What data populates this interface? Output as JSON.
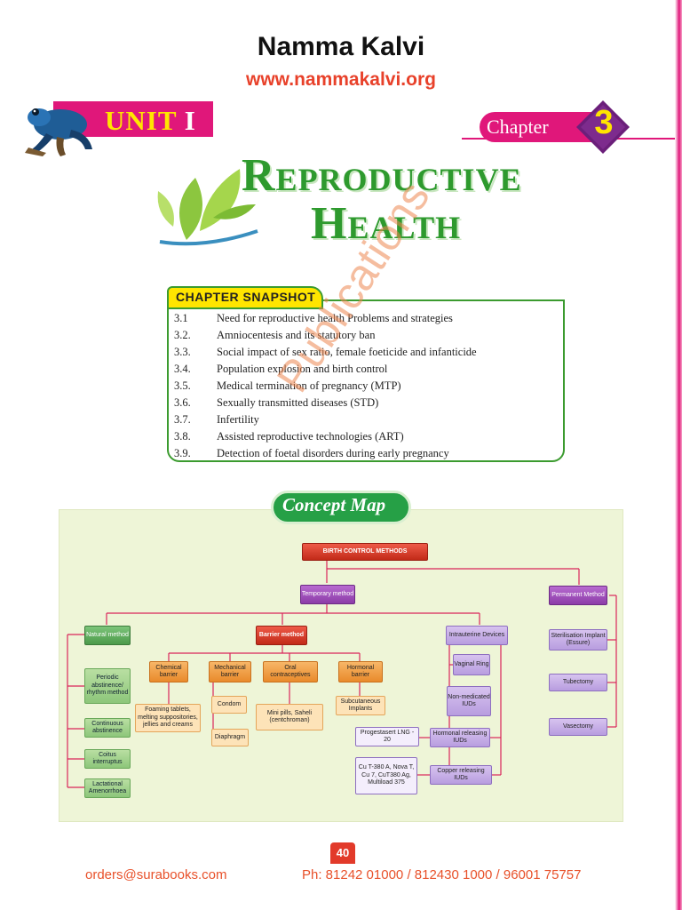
{
  "header": {
    "site_title": "Namma Kalvi",
    "site_url": "www.nammakalvi.org"
  },
  "unit": {
    "label": "UNIT",
    "numeral": "I"
  },
  "chapter": {
    "label": "Chapter",
    "number": "3"
  },
  "title": {
    "line1": "Reproductive",
    "line2": "Health"
  },
  "snapshot": {
    "heading": "CHAPTER SNAPSHOT",
    "items": [
      {
        "num": "3.1",
        "text": "Need for reproductive health Problems and strategies"
      },
      {
        "num": "3.2.",
        "text": "Amniocentesis and its statutory ban"
      },
      {
        "num": "3.3.",
        "text": "Social impact of sex ratio, female foeticide and infanticide"
      },
      {
        "num": "3.4.",
        "text": "Population explosion and birth control"
      },
      {
        "num": "3.5.",
        "text": "Medical termination of pregnancy (MTP)"
      },
      {
        "num": "3.6.",
        "text": "Sexually transmitted diseases (STD)"
      },
      {
        "num": "3.7.",
        "text": "Infertility"
      },
      {
        "num": "3.8.",
        "text": "Assisted reproductive technologies (ART)"
      },
      {
        "num": "3.9.",
        "text": "Detection of foetal disorders during early pregnancy"
      }
    ]
  },
  "watermark": "Publications",
  "concept_map": {
    "badge": "Concept Map",
    "root": "BIRTH CONTROL METHODS",
    "temporary": "Temporary method",
    "permanent": "Permanent Method",
    "natural": "Natural method",
    "barrier": "Barrier method",
    "intrauterine": "Intrauterine Devices",
    "natural_items": [
      "Periodic abstinence/ rhythm method",
      "Continuous abstinence",
      "Coitus interruptus",
      "Lactational Amenorrhoea"
    ],
    "chemical": "Chemical barrier",
    "mechanical": "Mechanical barrier",
    "oral": "Oral contraceptives",
    "hormonal": "Hormonal barrier",
    "chemical_item": "Foaming tablets, melting suppositories, jellies and creams",
    "condom": "Condom",
    "diaphragm": "Diaphragm",
    "oral_item": "Mini pills, Saheli (centchroman)",
    "hormonal_item": "Subcutaneous Implants",
    "iud_items": [
      "Vaginal Ring",
      "Non-medicated IUDs",
      "Hormonal releasing IUDs",
      "Copper releasing IUDs"
    ],
    "progestasert": "Progestasert LNG - 20",
    "copper_examples": "Cu T-380 A, Nova T, Cu 7, CuT380 Ag, Multiload 375",
    "permanent_items": [
      "Sterilisation Implant (Essure)",
      "Tubectomy",
      "Vasectomy"
    ]
  },
  "footer": {
    "page_number": "40",
    "email": "orders@surabooks.com",
    "phone": "Ph: 81242 01000 / 812430 1000 / 96001 75757"
  },
  "colors": {
    "brand_pink": "#e0177a",
    "title_green": "#2e9a2e",
    "url_orange": "#e8412a",
    "snapshot_yellow": "#ffe500",
    "concept_green": "#26a046"
  }
}
